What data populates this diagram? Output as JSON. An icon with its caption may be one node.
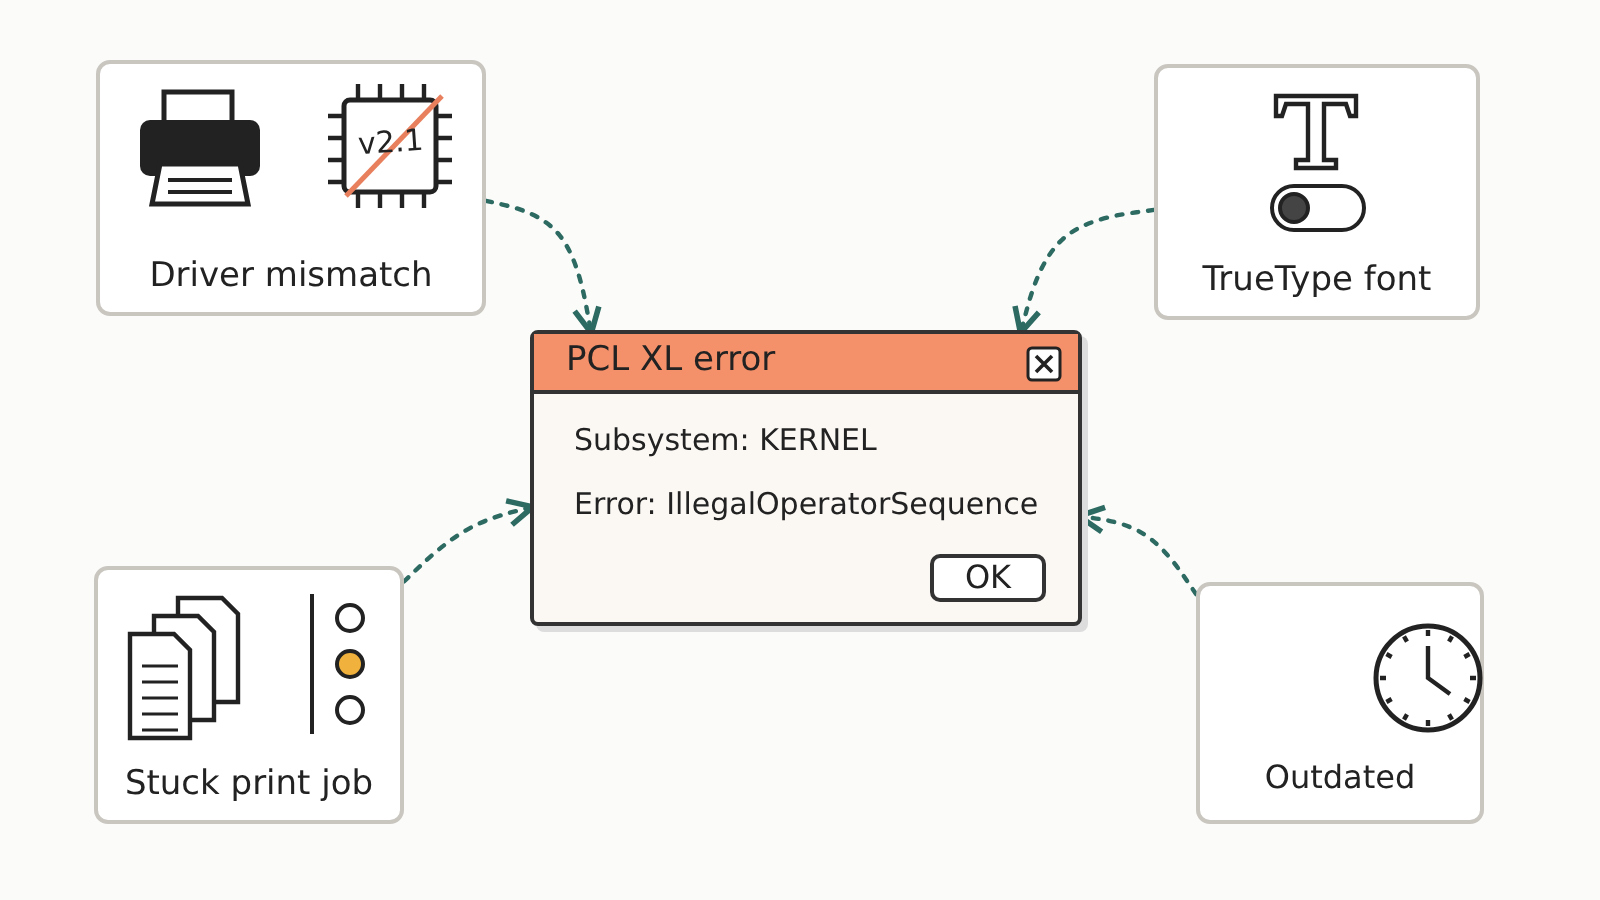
{
  "diagram": {
    "nodes": [
      {
        "text": [
          "v2.1",
          "Driver mismatch"
        ]
      },
      {
        "text": [
          "TrueType font"
        ]
      },
      {
        "text": [
          "PCL XL error",
          "Subsystem: KERNEL",
          "Error: IllegalOperatorSequence"
        ]
      },
      {
        "text": [
          "OK"
        ],
        "in": 2
      },
      {
        "text": [
          "Stuck print job"
        ]
      },
      {
        "text": [
          "Outdated"
        ]
      }
    ],
    "edges": [
      {
        "from": 0,
        "to": 2,
        "arrow": "to",
        "style": "dashed"
      },
      {
        "from": 1,
        "to": 2,
        "arrow": "to",
        "style": "dashed"
      },
      {
        "from": 4,
        "to": 2,
        "arrow": "to",
        "style": "dashed"
      },
      {
        "from": 5,
        "to": 2,
        "arrow": "to",
        "style": "dashed"
      }
    ]
  }
}
